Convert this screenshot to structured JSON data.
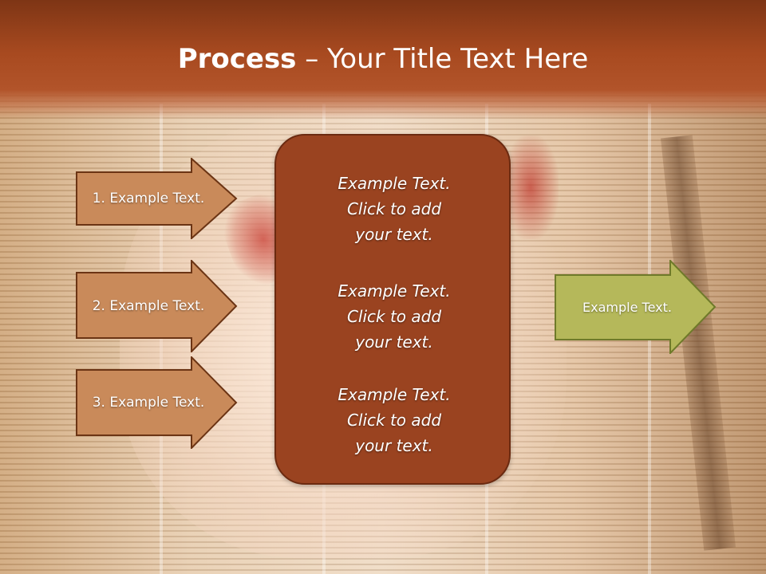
{
  "title": {
    "bold": "Process",
    "rest": "– Your Title Text Here"
  },
  "left_arrows": [
    {
      "label": "1. Example Text."
    },
    {
      "label": "2. Example Text."
    },
    {
      "label": "3. Example Text."
    }
  ],
  "center_box": {
    "blocks": [
      {
        "line1": "Example Text.",
        "line2": "Click  to add",
        "line3": "your text."
      },
      {
        "line1": "Example Text.",
        "line2": "Click  to add",
        "line3": "your text."
      },
      {
        "line1": "Example Text.",
        "line2": "Click  to add",
        "line3": "your text."
      }
    ]
  },
  "right_arrow": {
    "label": "Example Text."
  },
  "colors": {
    "header": "#a84a20",
    "left_arrow_fill": "#c98a5a",
    "left_arrow_stroke": "#6b3414",
    "center_box_fill": "#9a4320",
    "right_arrow_fill": "#b5b85a",
    "right_arrow_stroke": "#6f7a2a"
  }
}
